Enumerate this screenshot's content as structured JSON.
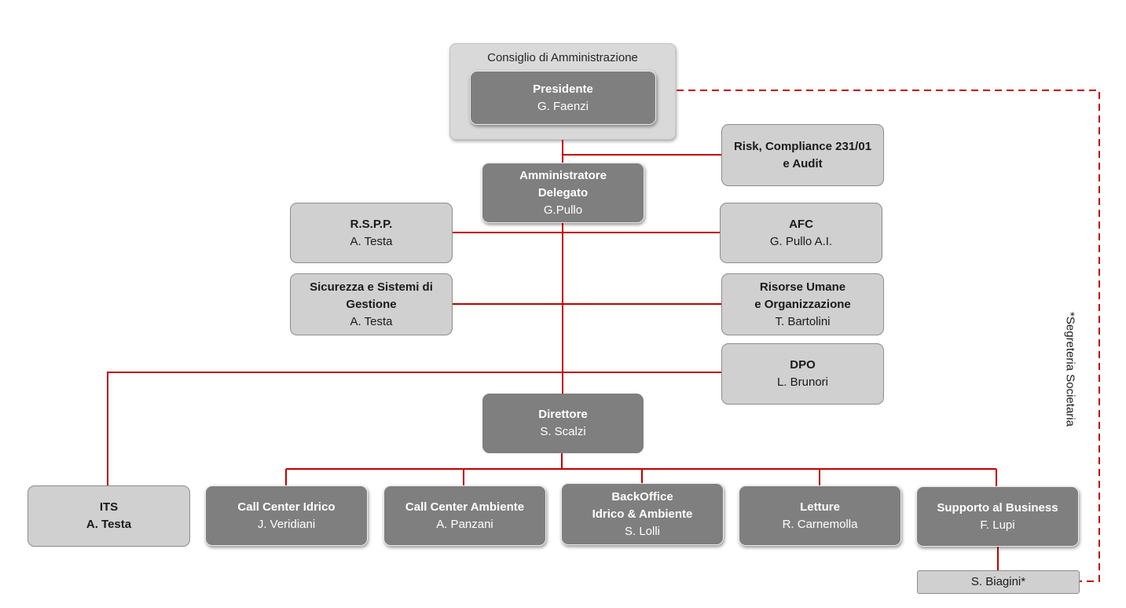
{
  "board": {
    "title": "Consiglio di Amministrazione",
    "presidente": {
      "role": "Presidente",
      "name": "G. Faenzi"
    }
  },
  "ad": {
    "role_line1": "Amministratore",
    "role_line2": "Delegato",
    "name": "G.Pullo"
  },
  "staff_left": [
    {
      "role_line1": "R.S.P.P.",
      "name": "A. Testa"
    },
    {
      "role_line1": "Sicurezza e Sistemi di",
      "role_line2": "Gestione",
      "name": "A. Testa"
    }
  ],
  "staff_right": [
    {
      "role_line1": "Risk, Compliance 231/01",
      "role_line2": "e Audit"
    },
    {
      "role_line1": "AFC",
      "name": "G. Pullo A.I."
    },
    {
      "role_line1": "Risorse Umane",
      "role_line2": "e Organizzazione",
      "name": "T. Bartolini"
    },
    {
      "role_line1": "DPO",
      "name": "L. Brunori"
    }
  ],
  "direttore": {
    "role": "Direttore",
    "name": "S. Scalzi"
  },
  "its": {
    "role": "ITS",
    "name": "A. Testa"
  },
  "units": [
    {
      "role_line1": "Call Center Idrico",
      "name": "J. Veridiani"
    },
    {
      "role_line1": "Call Center Ambiente",
      "name": "A. Panzani"
    },
    {
      "role_line1": "BackOffice",
      "role_line2": "Idrico & Ambiente",
      "name": "S. Lolli"
    },
    {
      "role_line1": "Letture",
      "name": "R. Carnemolla"
    },
    {
      "role_line1": "Supporto al Business",
      "name": "F. Lupi"
    }
  ],
  "segreteria": {
    "name": "S. Biagini*",
    "label": "*Segreteria Societaria"
  },
  "colors": {
    "connector": "#c00000",
    "dark_box": "#7f7f7f",
    "light_box": "#d0d0d0",
    "board_bg": "#d9d9d9"
  }
}
